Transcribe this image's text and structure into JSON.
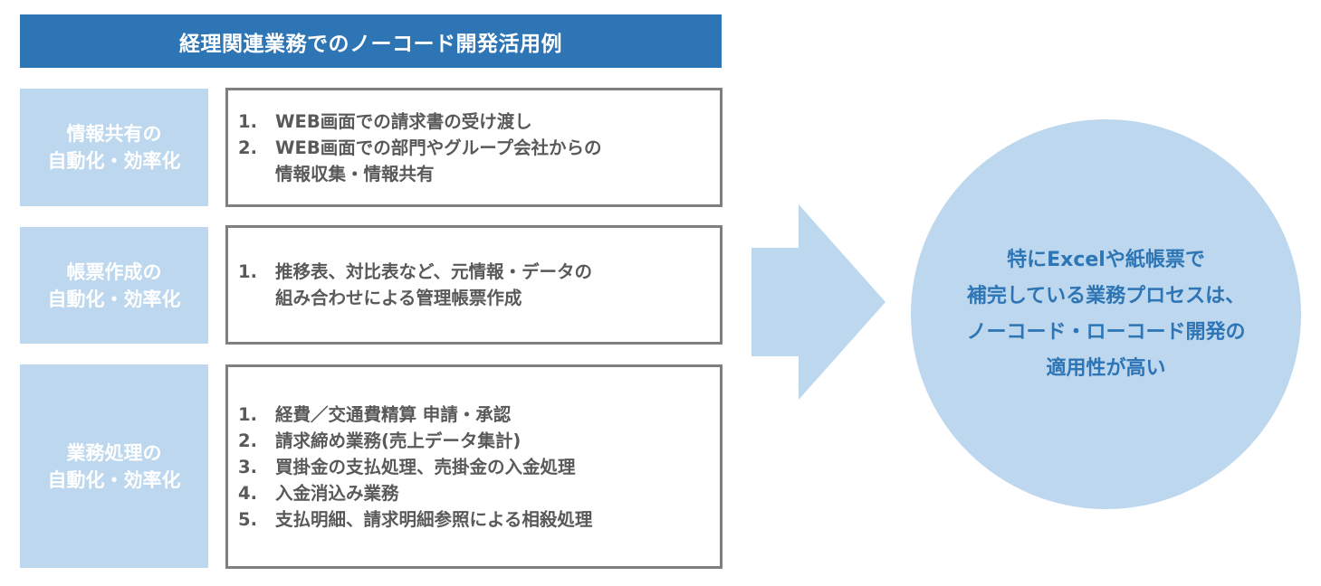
{
  "title": "経理関連業務でのノーコード開発活用例",
  "sections": [
    {
      "label": "情報共有の\n自動化・効率化",
      "items": [
        {
          "num": "1.",
          "text": "WEB画面での請求書の受け渡し"
        },
        {
          "num": "2.",
          "text": "WEB画面での部門やグループ会社からの\n情報収集・情報共有"
        }
      ]
    },
    {
      "label": "帳票作成の\n自動化・効率化",
      "items": [
        {
          "num": "1.",
          "text": "推移表、対比表など、元情報・データの\n組み合わせによる管理帳票作成"
        }
      ]
    },
    {
      "label": "業務処理の\n自動化・効率化",
      "items": [
        {
          "num": "1.",
          "text": "経費／交通費精算 申請・承認"
        },
        {
          "num": "2.",
          "text": "請求締め業務(売上データ集計)"
        },
        {
          "num": "3.",
          "text": "買掛金の支払処理、売掛金の入金処理"
        },
        {
          "num": "4.",
          "text": "入金消込み業務"
        },
        {
          "num": "5.",
          "text": "支払明細、請求明細参照による相殺処理"
        }
      ]
    }
  ],
  "conclusion": "特にExcelや紙帳票で\n補完している業務プロセスは、\nノーコード・ローコード開発の\n適用性が高い",
  "colors": {
    "title_bg": "#2e75b6",
    "label_bg": "#bdd7ee",
    "box_border": "#7f7f7f",
    "item_text": "#595959",
    "conclusion_text": "#2e75b6",
    "arrow": "#bdd7ee"
  }
}
